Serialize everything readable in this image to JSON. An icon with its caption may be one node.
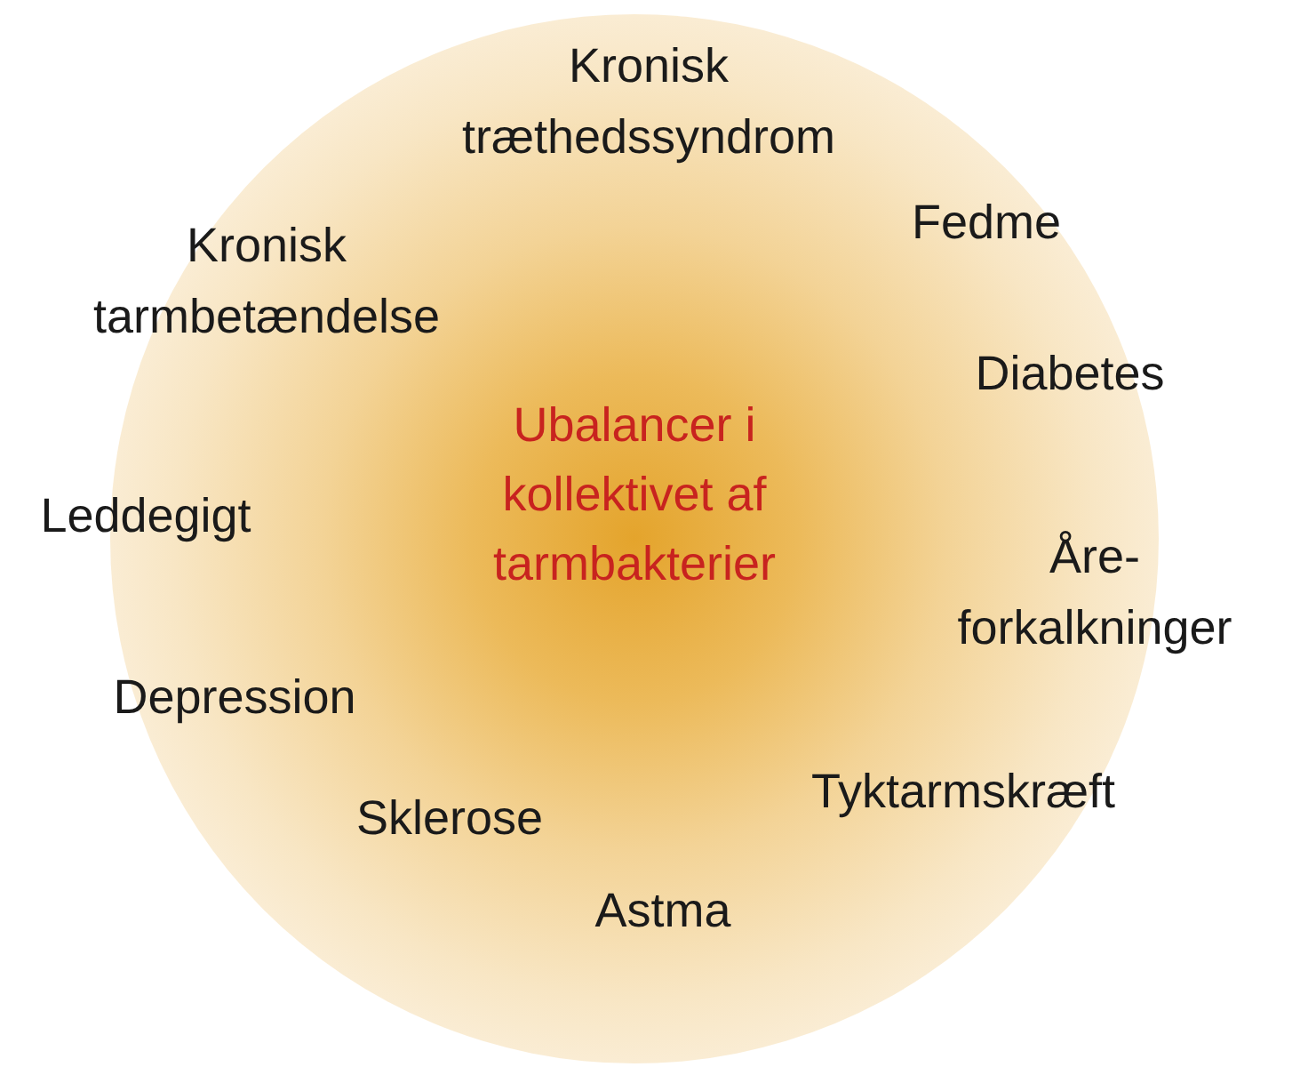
{
  "diagram": {
    "nodes": [
      {
        "text": [
          "Ubalancer i kollektivet af tarmbakterier"
        ]
      }
    ],
    "labels": [
      "Kronisk træthedssyndrom",
      "Fedme",
      "Kronisk tarmbetændelse",
      "Diabetes",
      "Leddegigt",
      "Åre- forkalkninger",
      "Depression",
      "Tyktarmskræft",
      "Sklerose",
      "Astma"
    ]
  }
}
